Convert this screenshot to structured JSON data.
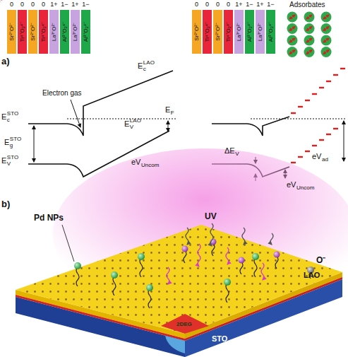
{
  "diagram": {
    "nodes": [
      {
        "text": [
          "Sr²⁺O²⁻"
        ]
      },
      {
        "text": [
          "Ti⁴⁺O₂⁴⁻"
        ]
      },
      {
        "text": [
          "Sr²⁺O²⁻"
        ]
      },
      {
        "text": [
          "Ti⁴⁺O₂⁴⁻"
        ]
      },
      {
        "text": [
          "La³⁺O²⁻"
        ]
      },
      {
        "text": [
          "Al³⁺O₂⁴⁻"
        ]
      },
      {
        "text": [
          "La³⁺O²⁻"
        ]
      },
      {
        "text": [
          "Al³⁺O₂⁴⁻"
        ]
      },
      {
        "text": [
          "Sr²⁺O²⁻"
        ]
      },
      {
        "text": [
          "Ti⁴⁺O₂⁴⁻"
        ]
      },
      {
        "text": [
          "Sr²⁺O²⁻"
        ]
      },
      {
        "text": [
          "Ti⁴⁺O₂⁴⁻"
        ]
      },
      {
        "text": [
          "La³⁺O²⁻"
        ]
      },
      {
        "text": [
          "Al³⁺O₂⁴⁻"
        ]
      },
      {
        "text": [
          "La³⁺O²⁻"
        ]
      },
      {
        "text": [
          "Al³⁺O₂⁴⁻"
        ]
      }
    ],
    "labels": [
      "a)",
      "0",
      "0",
      "0",
      "0",
      "1+",
      "1−",
      "1+",
      "1−",
      "0",
      "0",
      "0",
      "0",
      "1+",
      "1−",
      "1+",
      "1−",
      "Adsorbates",
      "E",
      "c",
      "LAO",
      "Electron gas",
      "E",
      "F",
      "E",
      "c",
      "STO",
      "E",
      "g",
      "STO",
      "E",
      "V",
      "LAO",
      "eV",
      "Uncom",
      "E",
      "V",
      "STO",
      "ΔE",
      "V",
      "eV",
      "ad",
      "eV",
      "Uncom",
      "b)",
      "Pd NPs",
      "UV",
      "O⁻",
      "2DEG",
      "LAO",
      "STO"
    ]
  }
}
